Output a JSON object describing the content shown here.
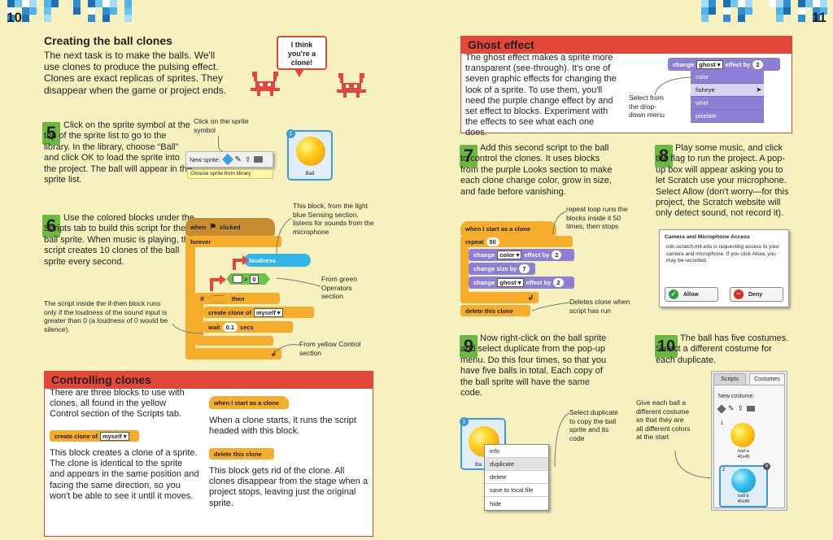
{
  "left_page": {
    "page_number": "10",
    "intro": {
      "heading": "Creating the ball clones",
      "text": "The next task is to make the balls. We'll use clones to produce the pulsing effect. Clones are exact replicas of sprites. They disappear when the game or project ends.",
      "speech_bubble": "I think you're a clone!"
    },
    "step5": {
      "number": "5",
      "text": "Click on the sprite symbol at the top of the sprite list to go to the library. In the library, choose “Ball” and click OK to load the sprite into the project. The ball will appear in the sprite list.",
      "callout": "Click on the sprite symbol",
      "new_sprite_label": "New sprite:",
      "tooltip": "Choose sprite from library",
      "sprite_name": "Ball",
      "info_badge": "i"
    },
    "step6": {
      "number": "6",
      "text": "Use the colored blocks under the Scripts tab to build this script for the ball sprite. When music is playing, the script creates 10 clones of the ball sprite every second.",
      "callout_sensing": "This block, from the light blue Sensing section, listens for sounds from the microphone",
      "callout_operators": "From green Operators section",
      "callout_ifthen": "The script inside the if-then block runs only if the loudness of the sound input is greater than 0 (a loudness of 0 would be silence).",
      "callout_control": "From yellow Control section",
      "blocks": {
        "when": "when",
        "clicked": "clicked",
        "forever": "forever",
        "loudness": "loudness",
        "gt": ">",
        "zero": "0",
        "if": "if",
        "then": "then",
        "create_clone": "create clone of",
        "myself": "myself",
        "wait": "wait",
        "wait_value": "0.1",
        "secs": "secs"
      }
    },
    "controlling": {
      "heading": "Controlling clones",
      "intro": "There are three blocks to use with clones, all found in the yellow Control section of the Scripts tab.",
      "create_block": "create clone of",
      "create_myself": "myself",
      "create_desc": "This block creates a clone of a sprite. The clone is identical to the sprite and appears in the same position and facing the same direction, so you won't be able to see it until it moves.",
      "start_block": "when I start as a clone",
      "start_desc": "When a clone starts, it runs the script headed with this block.",
      "delete_block": "delete this clone",
      "delete_desc": "This block gets rid of the clone. All clones disappear from the stage when a project stops, leaving just the original sprite."
    }
  },
  "right_page": {
    "page_number": "11",
    "ghost": {
      "heading": "Ghost effect",
      "text": "The ghost effect makes a sprite more transparent (see-through). It's one of seven graphic effects for changing the look of a sprite. To use them, you'll need the purple change effect by and set effect to blocks. Experiment with the effects to see what each one does.",
      "callout": "Select from the drop-down menu",
      "block_change": "change",
      "block_ghost": "ghost",
      "block_effect_by": "effect by",
      "block_value": "2",
      "menu": [
        "color",
        "fisheye",
        "whirl",
        "pixelate"
      ]
    },
    "step7": {
      "number": "7",
      "text": "Add this second script to the ball to control the clones. It uses blocks from the purple Looks section to make each clone change color, grow in size, and fade before vanishing.",
      "callout_repeat": "repeat loop runs the blocks inside it 50 times, then stops",
      "callout_delete": "Deletes clone when script has run",
      "blocks": {
        "start": "when I start as a clone",
        "repeat": "repeat",
        "repeat_value": "50",
        "change": "change",
        "color": "color",
        "effect_by": "effect by",
        "two": "2",
        "change_size": "change size by",
        "seven": "7",
        "ghost": "ghost",
        "delete": "delete this clone"
      }
    },
    "step8": {
      "number": "8",
      "text": "Play some music, and click the flag to run the project. A pop-up box will appear asking you to let Scratch use your microphone. Select Allow (don't worry—for this project, the Scratch website will only detect sound, not record it).",
      "dialog_title": "Camera and Microphone Access",
      "dialog_text": "cdn.scratch.mit.edu is requesting access to your camera and microphone. If you click Allow, you may be recorded.",
      "allow": "Allow",
      "deny": "Deny"
    },
    "step9": {
      "number": "9",
      "text": "Now right-click on the ball sprite and select duplicate from the pop-up menu. Do this four times, so that you have five balls in total. Each copy of the ball sprite will have the same code.",
      "callout": "Select duplicate to copy the ball sprite and its code",
      "sprite_label": "Ba",
      "menu": [
        "info",
        "duplicate",
        "delete",
        "save to local file",
        "hide"
      ]
    },
    "step10": {
      "number": "10",
      "text": "The ball has five costumes. Select a different costume for each duplicate.",
      "callout": "Give each ball a different costume so that they are all different colors at the start",
      "tabs": [
        "Scripts",
        "Costumes"
      ],
      "new_costume": "New costume:",
      "costumes": [
        {
          "index": "1",
          "name": "ball-a",
          "size": "45x45"
        },
        {
          "index": "2",
          "name": "ball-b",
          "size": "45x45"
        }
      ]
    }
  },
  "colors": {
    "background": "#f6f1bf",
    "accent_red": "#e3473a",
    "step_green": "#6cb843",
    "control": "#f5ad2b",
    "looks": "#8e7fd6",
    "sensing": "#32b6e8",
    "operators": "#6cc24a"
  }
}
